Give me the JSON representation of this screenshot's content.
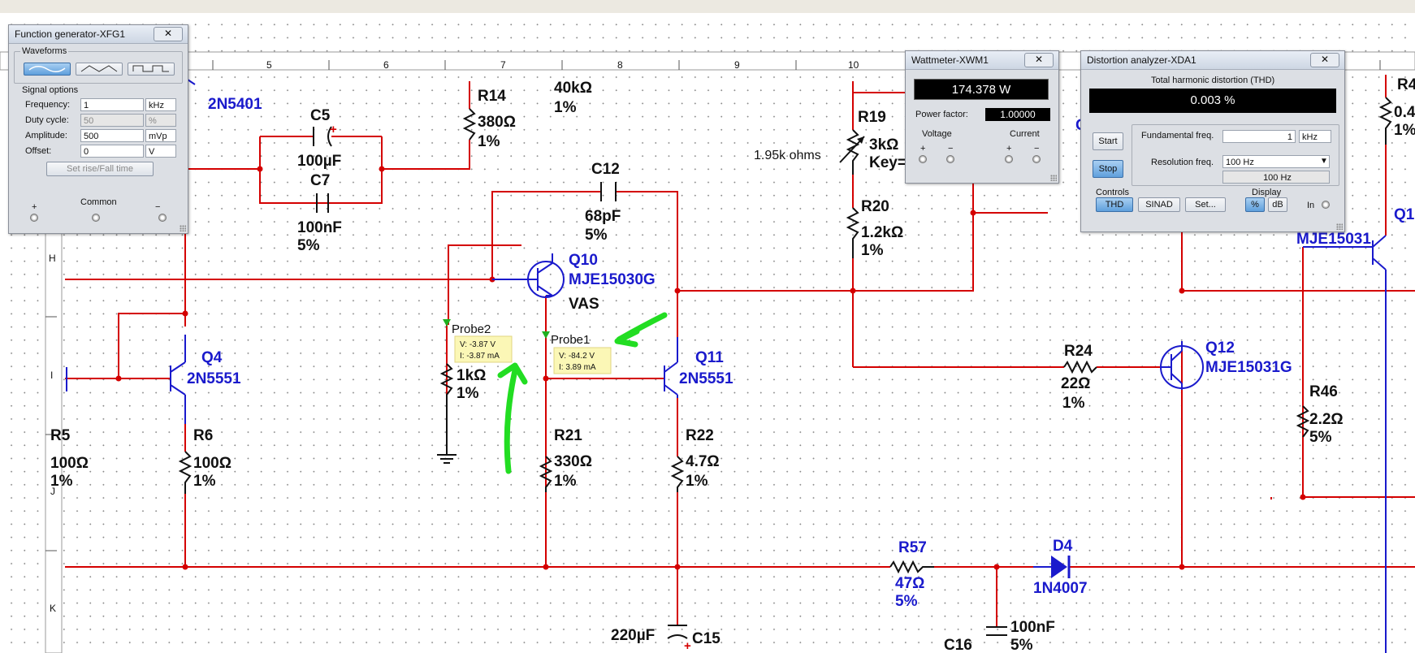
{
  "ruler": {
    "columns": [
      "5",
      "6",
      "7",
      "8",
      "9",
      "10"
    ],
    "rows": [
      "H",
      "I",
      "J",
      "K"
    ]
  },
  "parts": {
    "q_top": {
      "model": "2N5401"
    },
    "r14": {
      "name": "R14",
      "value": "380Ω",
      "tol": "1%"
    },
    "r_top": {
      "value": "40kΩ",
      "tol": "1%"
    },
    "c5": {
      "name": "C5",
      "value": "100µF",
      "plus": "+"
    },
    "c7": {
      "name": "C7",
      "value": "100nF",
      "tol": "5%"
    },
    "c12": {
      "name": "C12",
      "value": "68pF",
      "tol": "5%"
    },
    "q10": {
      "name": "Q10",
      "model": "MJE15030G",
      "role": "VAS"
    },
    "r19": {
      "name": "R19",
      "value": "3kΩ",
      "key": "Key=",
      "note": "1.95k ohms"
    },
    "r20": {
      "name": "R20",
      "value": "1.2kΩ",
      "tol": "1%"
    },
    "q4": {
      "name": "Q4",
      "model": "2N5551"
    },
    "r6": {
      "name": "R6",
      "value": "100Ω",
      "tol": "1%"
    },
    "r5": {
      "name": "R5",
      "value": "100Ω",
      "tol": "1%"
    },
    "r_1k": {
      "value": "1kΩ",
      "tol": "1%"
    },
    "r21": {
      "name": "R21",
      "value": "330Ω",
      "tol": "1%"
    },
    "q11": {
      "name": "Q11",
      "model": "2N5551"
    },
    "r22": {
      "name": "R22",
      "value": "4.7Ω",
      "tol": "1%"
    },
    "r24": {
      "name": "R24",
      "value": "22Ω",
      "tol": "1%"
    },
    "q12": {
      "name": "Q12",
      "model": "MJE15031G"
    },
    "q_right": {
      "name": "Q1",
      "model": "MJE15031"
    },
    "r46": {
      "name": "R46",
      "value": "2.2Ω",
      "tol": "5%"
    },
    "r_right": {
      "name": "R4",
      "value": "0.4",
      "tol": "1%"
    },
    "r57": {
      "name": "R57",
      "value": "47Ω",
      "tol": "5%"
    },
    "d4": {
      "name": "D4",
      "model": "1N4007"
    },
    "c15": {
      "name": "C15",
      "value": "220µF",
      "plus": "+"
    },
    "c16": {
      "name": "C16",
      "value": "100nF",
      "tol": "5%"
    },
    "g_frag": "G"
  },
  "probes": {
    "probe1": {
      "name": "Probe1",
      "v": "V: -84.2 V",
      "i": "I: 3.89 mA"
    },
    "probe2": {
      "name": "Probe2",
      "v": "V: -3.87 V",
      "i": "I: -3.87 mA"
    }
  },
  "funcgen": {
    "title": "Function generator-XFG1",
    "close": "✕",
    "waveforms_label": "Waveforms",
    "signal_options_label": "Signal options",
    "rows": [
      {
        "label": "Frequency:",
        "value": "1",
        "unit": "kHz",
        "disabled": false
      },
      {
        "label": "Duty cycle:",
        "value": "50",
        "unit": "%",
        "disabled": true
      },
      {
        "label": "Amplitude:",
        "value": "500",
        "unit": "mVp",
        "disabled": false
      },
      {
        "label": "Offset:",
        "value": "0",
        "unit": "V",
        "disabled": false
      }
    ],
    "set_rise_fall": "Set rise/Fall time",
    "term_plus": "+",
    "term_common": "Common",
    "term_minus": "−"
  },
  "wattmeter": {
    "title": "Wattmeter-XWM1",
    "close": "✕",
    "power": "174.378 W",
    "pf_label": "Power factor:",
    "pf_value": "1.00000",
    "voltage_label": "Voltage",
    "current_label": "Current",
    "plus": "+",
    "minus": "−"
  },
  "distortion": {
    "title": "Distortion analyzer-XDA1",
    "close": "✕",
    "thd_label": "Total harmonic distortion (THD)",
    "thd_value": "0.003 %",
    "start": "Start",
    "stop": "Stop",
    "fund_label": "Fundamental freq.",
    "fund_value": "1",
    "fund_unit": "kHz",
    "res_label": "Resolution freq.",
    "res_value": "100 Hz",
    "res_readout": "100 Hz",
    "controls_label": "Controls",
    "display_label": "Display",
    "thd_btn": "THD",
    "sinad_btn": "SINAD",
    "set_btn": "Set...",
    "pct_btn": "%",
    "db_btn": "dB",
    "in_label": "In"
  }
}
